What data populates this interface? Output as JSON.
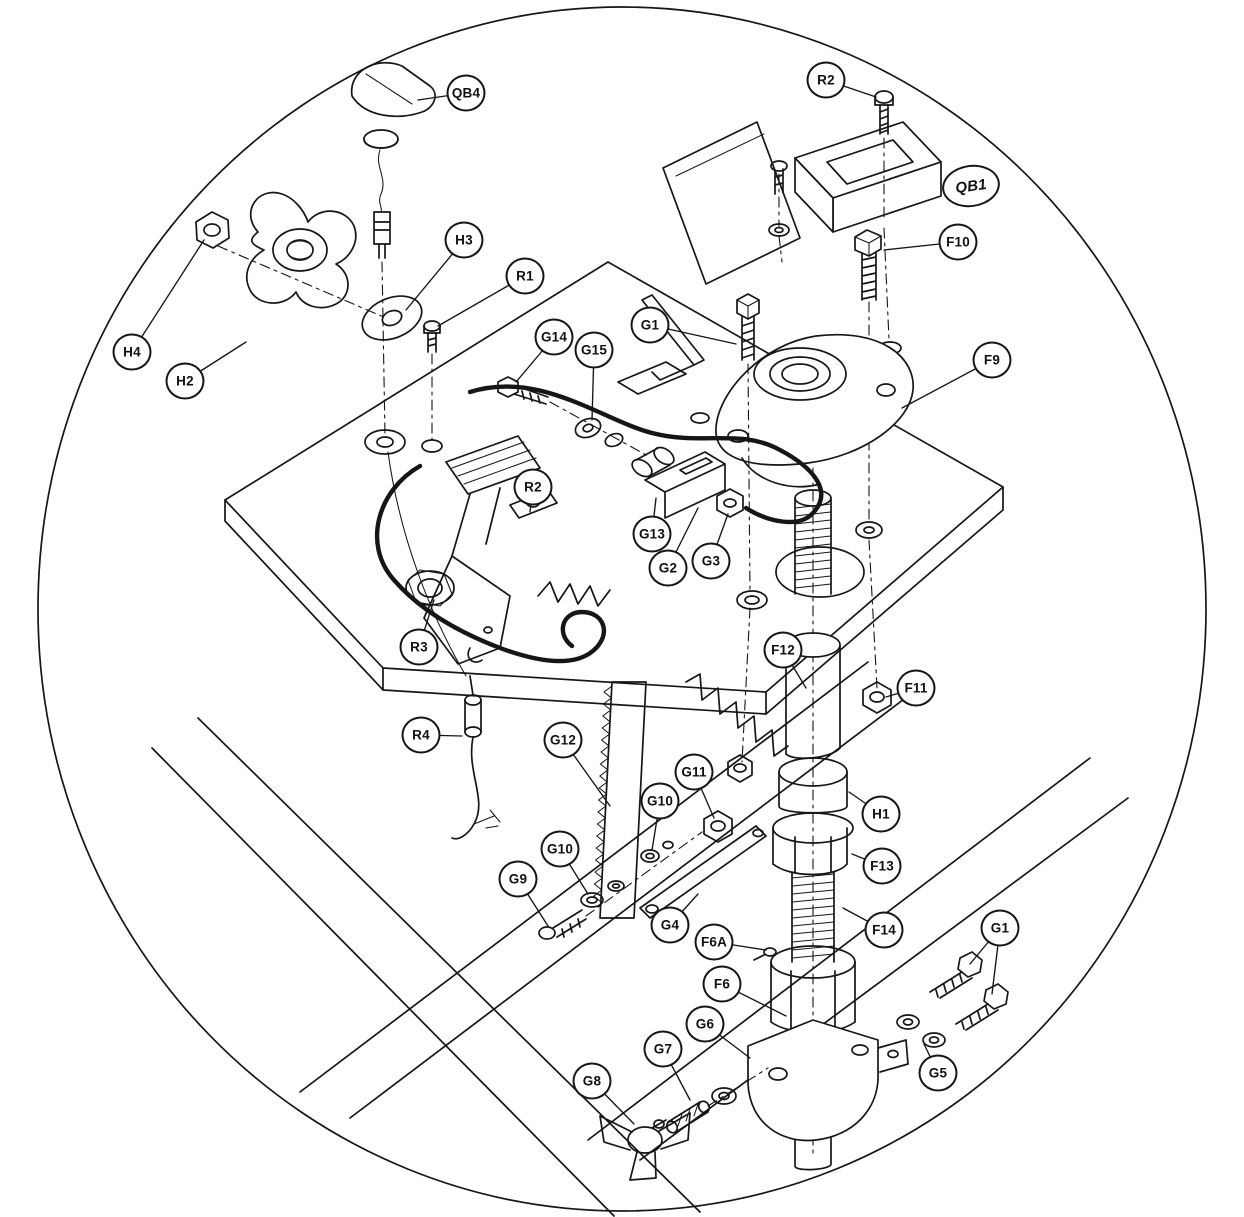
{
  "figure": {
    "type": "exploded-parts-diagram",
    "background_color": "#ffffff",
    "ink_color": "#161616",
    "callouts": [
      {
        "label": "QB4"
      },
      {
        "label": "R2"
      },
      {
        "label": "QB1",
        "style": "handwritten"
      },
      {
        "label": "H3"
      },
      {
        "label": "F10"
      },
      {
        "label": "R1"
      },
      {
        "label": "G1"
      },
      {
        "label": "G14"
      },
      {
        "label": "G15"
      },
      {
        "label": "F9"
      },
      {
        "label": "H4"
      },
      {
        "label": "H2"
      },
      {
        "label": "R2"
      },
      {
        "label": "G13"
      },
      {
        "label": "G2"
      },
      {
        "label": "G3"
      },
      {
        "label": "R3"
      },
      {
        "label": "F12"
      },
      {
        "label": "F11"
      },
      {
        "label": "R4"
      },
      {
        "label": "G12"
      },
      {
        "label": "G11"
      },
      {
        "label": "G10"
      },
      {
        "label": "H1"
      },
      {
        "label": "G10"
      },
      {
        "label": "F13"
      },
      {
        "label": "G9"
      },
      {
        "label": "G4"
      },
      {
        "label": "F14"
      },
      {
        "label": "F6A"
      },
      {
        "label": "G1"
      },
      {
        "label": "F6"
      },
      {
        "label": "G6"
      },
      {
        "label": "G7"
      },
      {
        "label": "G5"
      },
      {
        "label": "G8"
      }
    ]
  }
}
